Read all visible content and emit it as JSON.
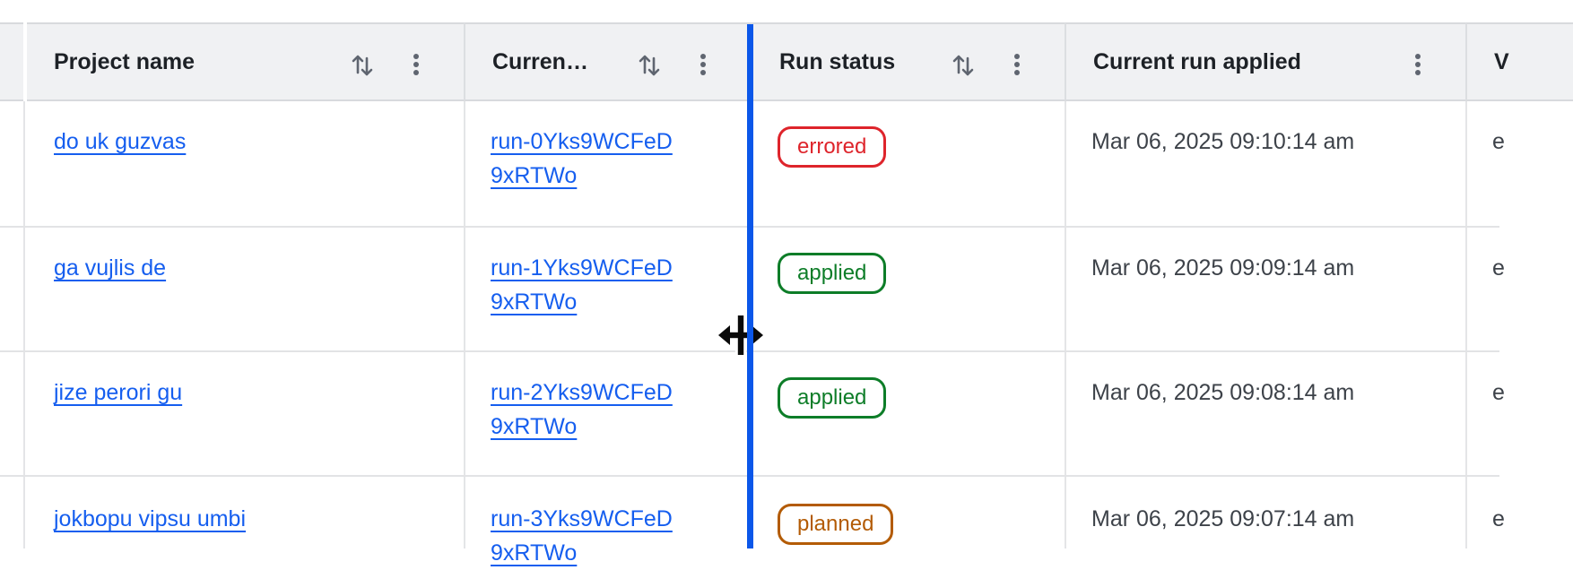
{
  "table": {
    "header": {
      "columns": [
        {
          "id": "project-name",
          "label": "Project name",
          "sortable": true,
          "has_menu": true
        },
        {
          "id": "current-run",
          "label": "Curren…",
          "sortable": true,
          "has_menu": true
        },
        {
          "id": "run-status",
          "label": "Run status",
          "sortable": true,
          "has_menu": true
        },
        {
          "id": "current-run-applied",
          "label": "Current run applied",
          "sortable": false,
          "has_menu": true
        },
        {
          "id": "clipped-column",
          "label": "V",
          "sortable": false,
          "has_menu": false
        }
      ]
    },
    "rows": [
      {
        "project_name": "do uk guzvas",
        "current_run": "run-0Yks9WCFeD\n9xRTWo",
        "run_status": "errored",
        "current_run_applied": "Mar 06, 2025 09:10:14 am",
        "clipped_cell": "e"
      },
      {
        "project_name": "ga vujlis de",
        "current_run": "run-1Yks9WCFeD\n9xRTWo",
        "run_status": "applied",
        "current_run_applied": "Mar 06, 2025 09:09:14 am",
        "clipped_cell": "e"
      },
      {
        "project_name": "jize perori gu",
        "current_run": "run-2Yks9WCFeD\n9xRTWo",
        "run_status": "applied",
        "current_run_applied": "Mar 06, 2025 09:08:14 am",
        "clipped_cell": "e"
      },
      {
        "project_name": "jokbopu vipsu umbi",
        "current_run": "run-3Yks9WCFeD\n9xRTWo",
        "run_status": "planned",
        "current_run_applied": "Mar 06, 2025 09:07:14 am",
        "clipped_cell": "e"
      }
    ],
    "status_colors": {
      "errored": "#de242b",
      "applied": "#0d7d28",
      "planned": "#b35b05"
    },
    "colors": {
      "link": "#155eef",
      "resize_indicator": "#0b57e9",
      "header_bg": "#f0f1f3",
      "body_text": "#3d4249",
      "grid_border": "#e4e5e7"
    }
  }
}
